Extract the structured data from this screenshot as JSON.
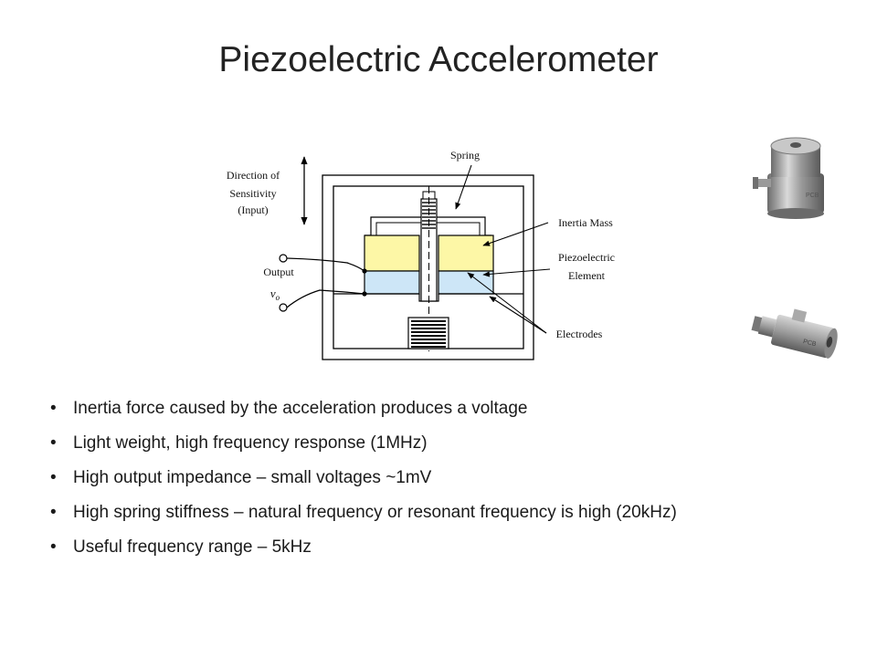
{
  "title": "Piezoelectric Accelerometer",
  "diagram": {
    "direction_lines": [
      "Direction of",
      "Sensitivity",
      "(Input)"
    ],
    "spring": "Spring",
    "inertia_mass": "Inertia Mass",
    "piezo_lines": [
      "Piezoelectric",
      "Element"
    ],
    "output": "Output",
    "vo_main": "v",
    "vo_sub": "o",
    "electrodes": "Electrodes"
  },
  "bullets": [
    "Inertia force caused by the acceleration produces a voltage",
    "Light weight, high frequency response (1MHz)",
    "High output impedance – small voltages ~1mV",
    "High spring stiffness – natural frequency or resonant frequency is high (20kHz)",
    "Useful frequency range – 5kHz"
  ],
  "bullet_symbol": "•",
  "colors": {
    "mass": "#fdf7a6",
    "piezo": "#cde6f7"
  }
}
